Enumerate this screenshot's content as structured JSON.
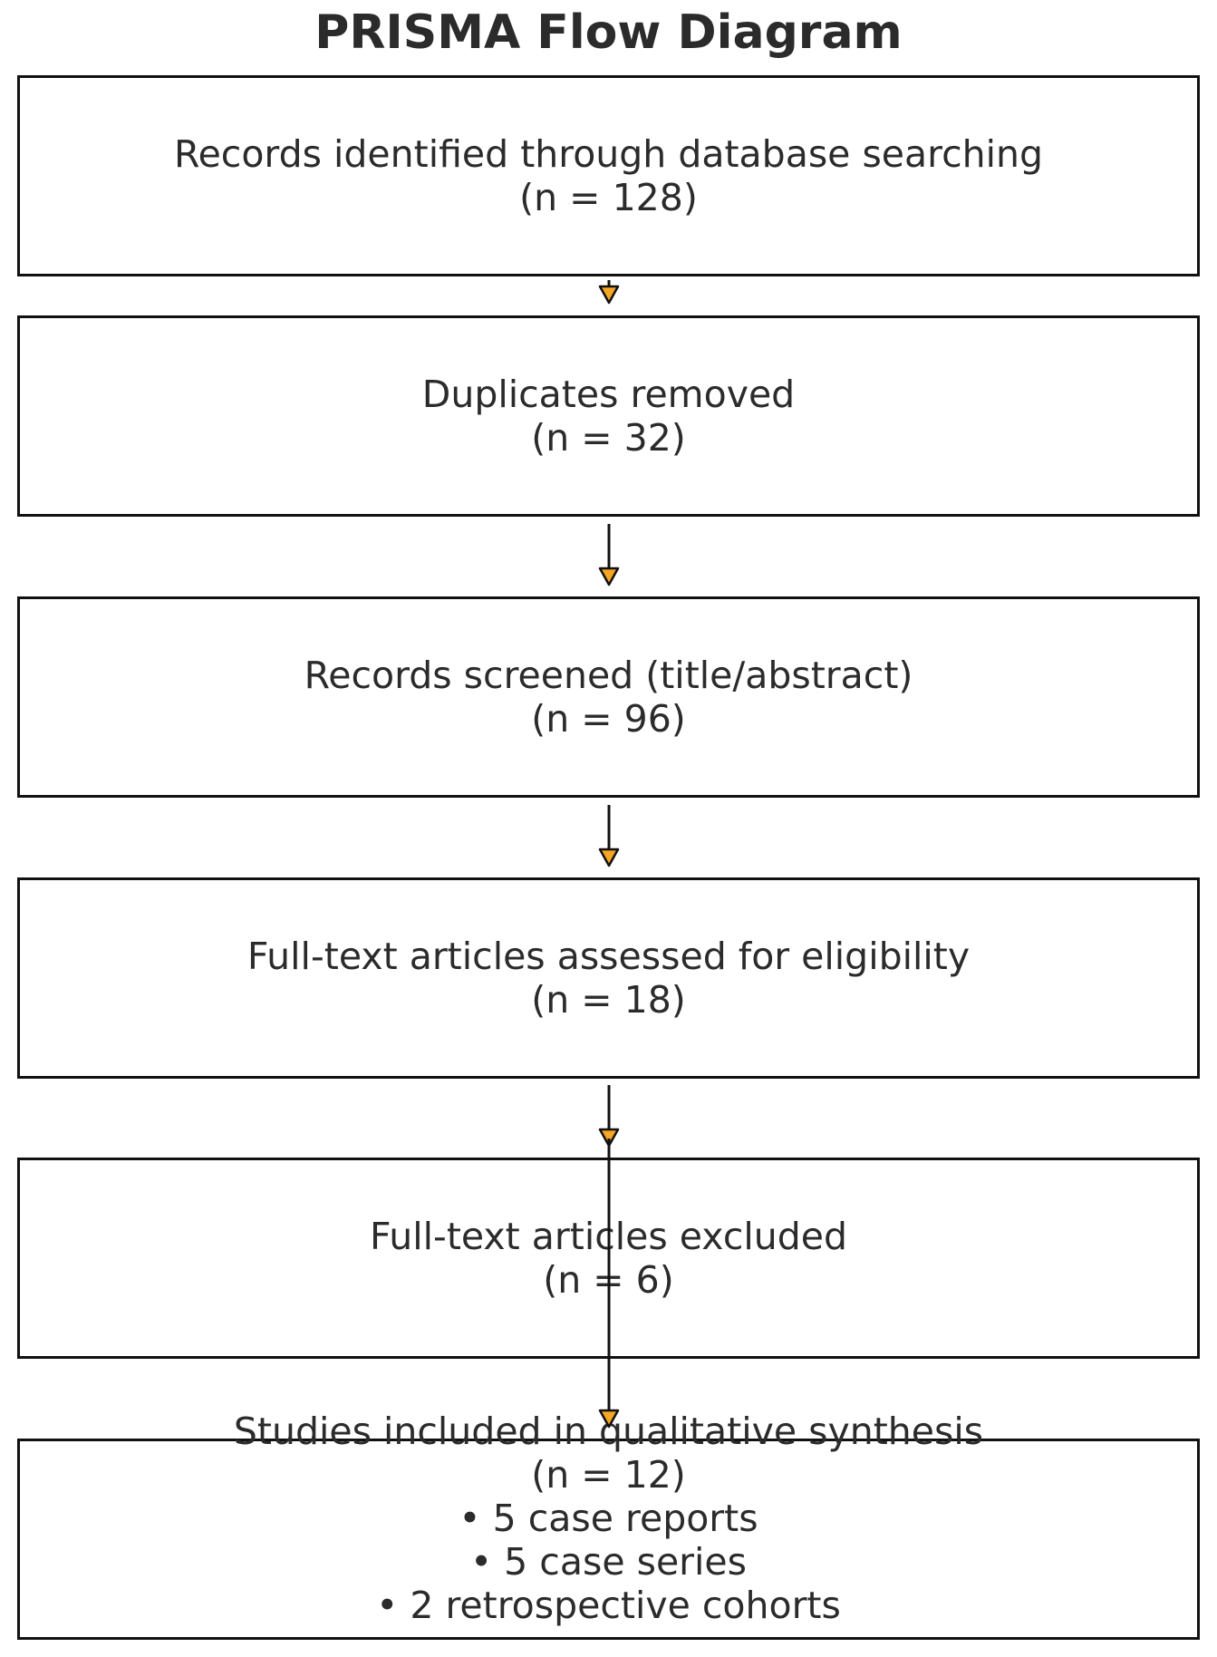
{
  "title": "PRISMA Flow Diagram",
  "boxes": [
    {
      "text": "Records identified through database searching",
      "count": "(n = 128)"
    },
    {
      "text": "Duplicates removed",
      "count": "(n = 32)"
    },
    {
      "text": "Records screened (title/abstract)",
      "count": "(n = 96)"
    },
    {
      "text": "Full-text articles assessed for eligibility",
      "count": "(n = 18)"
    },
    {
      "text": "Full-text articles excluded",
      "count": "(n = 6)"
    },
    {
      "text": "Studies included in qualitative synthesis",
      "count": "(n = 12)",
      "items": [
        "• 5 case reports",
        "• 5 case series",
        "• 2 retrospective cohorts"
      ]
    }
  ],
  "colors": {
    "arrow_head": "#f5a623",
    "line": "#111111",
    "text": "#2b2b2b"
  }
}
